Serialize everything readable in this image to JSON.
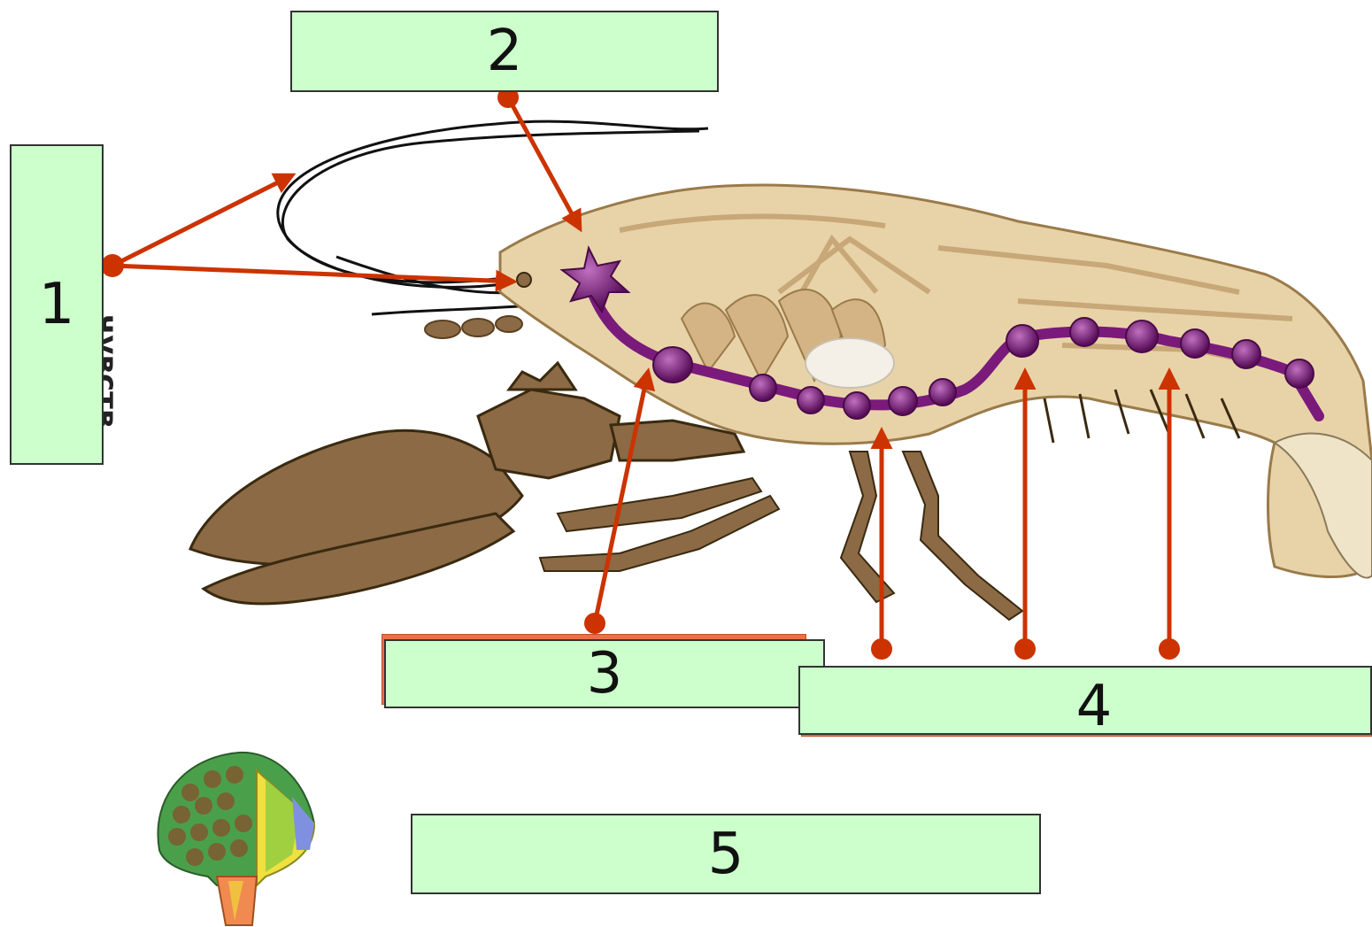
{
  "labels": {
    "l1": "1",
    "l2": "2",
    "l3": "3",
    "l4": "4",
    "l5": "5"
  },
  "hidden_text": "чувств",
  "colors": {
    "box_fill": "#ccffcc",
    "arrow": "#cc3300",
    "nerve": "#7a1a7a",
    "body": "#e8d3a8",
    "claw": "#8b6a45"
  }
}
